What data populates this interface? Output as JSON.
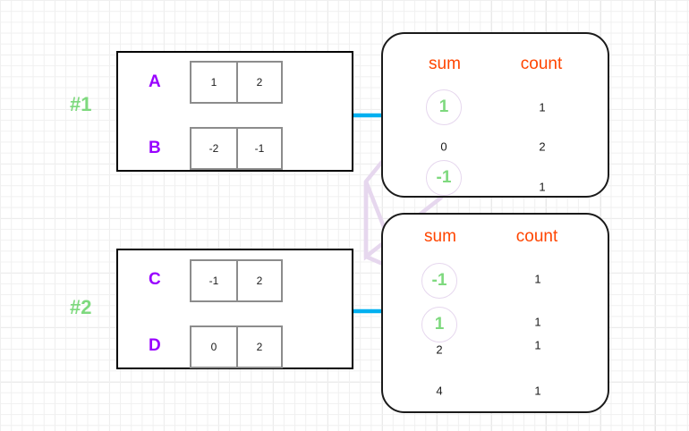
{
  "diagram": {
    "title": "Partial aggregation shuffle diagram",
    "colors": {
      "group_label": "#7ed97e",
      "row_letter": "#9900ff",
      "column_header": "#ff4500",
      "arrow": "#00b0f0",
      "link_line": "#e6d7ee",
      "highlight_text": "#7ed97e",
      "box_border": "#1a1a1a",
      "cell_border": "#8c8c8c"
    },
    "partitions": [
      {
        "label": "#1",
        "rows": [
          {
            "name": "A",
            "values": [
              "1",
              "2"
            ]
          },
          {
            "name": "B",
            "values": [
              "-2",
              "-1"
            ]
          }
        ]
      },
      {
        "label": "#2",
        "rows": [
          {
            "name": "C",
            "values": [
              "-1",
              "2"
            ]
          },
          {
            "name": "D",
            "values": [
              "0",
              "2"
            ]
          }
        ]
      }
    ],
    "aggregates": [
      {
        "headers": {
          "sum": "sum",
          "count": "count"
        },
        "rows": [
          {
            "sum": "1",
            "count": "1",
            "highlight": true
          },
          {
            "sum": "0",
            "count": "2",
            "highlight": false
          },
          {
            "sum": "-1",
            "count": "1",
            "highlight": true
          }
        ]
      },
      {
        "headers": {
          "sum": "sum",
          "count": "count"
        },
        "rows": [
          {
            "sum": "-1",
            "count": "1",
            "highlight": true
          },
          {
            "sum": "1",
            "count": "1",
            "highlight": true
          },
          {
            "sum": "2",
            "count": "1",
            "highlight": false
          },
          {
            "sum": "4",
            "count": "1",
            "highlight": false
          }
        ]
      }
    ]
  }
}
